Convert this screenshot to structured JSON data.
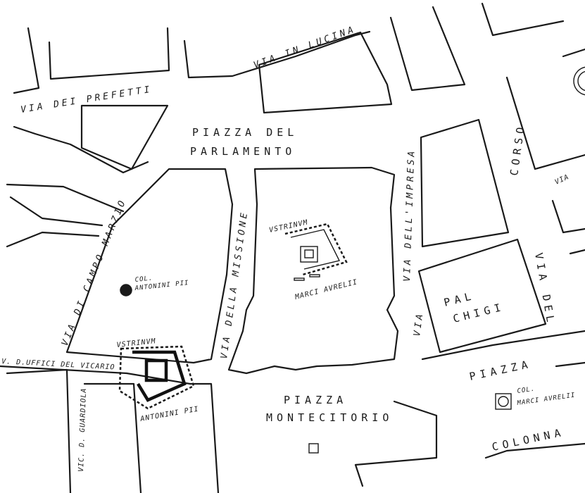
{
  "streets": {
    "via_dei_prefetti": "VIA DEI PREFETTI",
    "via_in_lucina": "VIA IN LUCINA",
    "via_di_campo_marzio": "VIA DI CAMPO MARZIO",
    "via_della_missione": "VIA DELLA MISSIONE",
    "via_dell_impresa": "VIA DELL'IMPRESA",
    "via_uffici_del_vicario": "V. D.UFFICI DEL VICARIO",
    "vic_guardiola": "VIC. D. GUARDIOLA",
    "corso": "CORSO",
    "via_del": "VIA DEL",
    "via_fragment": "VIA"
  },
  "squares": {
    "piazza_del_line1": "PIAZZA DEL",
    "parlamento_line2": "PARLAMENTO",
    "montecitorio_line1": "PIAZZA",
    "montecitorio_line2": "MONTECITORIO",
    "colonna_line1": "PIAZZA",
    "colonna_line2": "COLONNA"
  },
  "buildings": {
    "pal_chigi_line1": "PAL",
    "pal_chigi_line2": "CHIGI"
  },
  "monuments": {
    "ustrinum_marci_top": "VSTRINVM",
    "ustrinum_marci_bottom": "MARCI AVRELII",
    "ustrinum_antonini_top": "VSTRINVM",
    "ustrinum_antonini_bottom": "ANTONINI PII",
    "col_antonini_line1": "COL.",
    "col_antonini_line2": "ANTONINI PII",
    "col_marci_line1": "COL.",
    "col_marci_line2": "MARCI AVRELII"
  }
}
